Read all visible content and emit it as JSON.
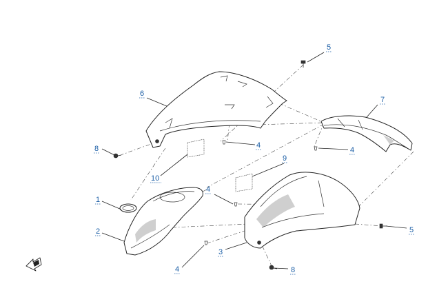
{
  "callouts": [
    {
      "id": "c1",
      "text": "1"
    },
    {
      "id": "c2",
      "text": "2"
    },
    {
      "id": "c3",
      "text": "3"
    },
    {
      "id": "c4a",
      "text": "4"
    },
    {
      "id": "c4b",
      "text": "4"
    },
    {
      "id": "c4c",
      "text": "4"
    },
    {
      "id": "c4d",
      "text": "4"
    },
    {
      "id": "c5a",
      "text": "5"
    },
    {
      "id": "c5b",
      "text": "5"
    },
    {
      "id": "c6",
      "text": "6"
    },
    {
      "id": "c7",
      "text": "7"
    },
    {
      "id": "c8a",
      "text": "8"
    },
    {
      "id": "c8b",
      "text": "8"
    },
    {
      "id": "c9",
      "text": "9"
    },
    {
      "id": "c10",
      "text": "10"
    }
  ],
  "icons": {
    "orientation": "front-direction-arrow-icon"
  },
  "colors": {
    "callout": "#1b5ea6",
    "line": "#222222"
  }
}
